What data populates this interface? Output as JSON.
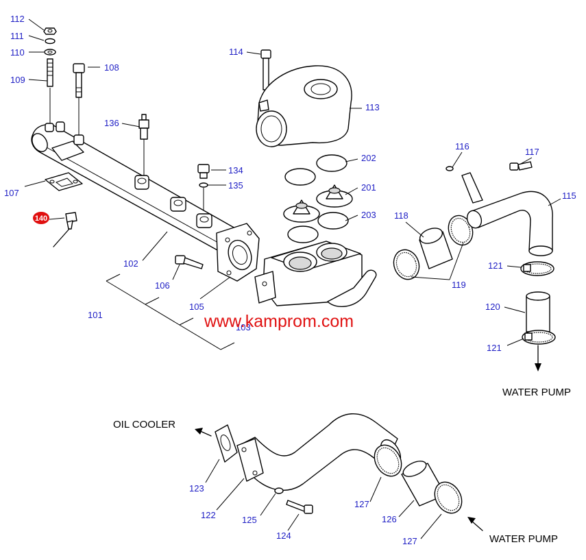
{
  "diagram": {
    "watermark": "www.kamprom.com",
    "callouts": {
      "water_pump_1": "WATER PUMP",
      "oil_cooler": "OIL COOLER",
      "water_pump_2": "WATER PUMP"
    },
    "highlighted_part": "140",
    "parts": {
      "p112": "112",
      "p111": "111",
      "p110": "110",
      "p109": "109",
      "p108": "108",
      "p107": "107",
      "p136": "136",
      "p102": "102",
      "p101": "101",
      "p106": "106",
      "p105": "105",
      "p103": "103",
      "p134": "134",
      "p135": "135",
      "p114": "114",
      "p113": "113",
      "p202": "202",
      "p201": "201",
      "p203": "203",
      "p118": "118",
      "p119": "119",
      "p116": "116",
      "p117": "117",
      "p115": "115",
      "p121a": "121",
      "p120": "120",
      "p121b": "121",
      "p123": "123",
      "p122": "122",
      "p125": "125",
      "p124": "124",
      "p127a": "127",
      "p126": "126",
      "p127b": "127"
    },
    "colors": {
      "part_number": "#1c1cc4",
      "watermark": "#e01010",
      "highlight": "#e01010"
    }
  }
}
